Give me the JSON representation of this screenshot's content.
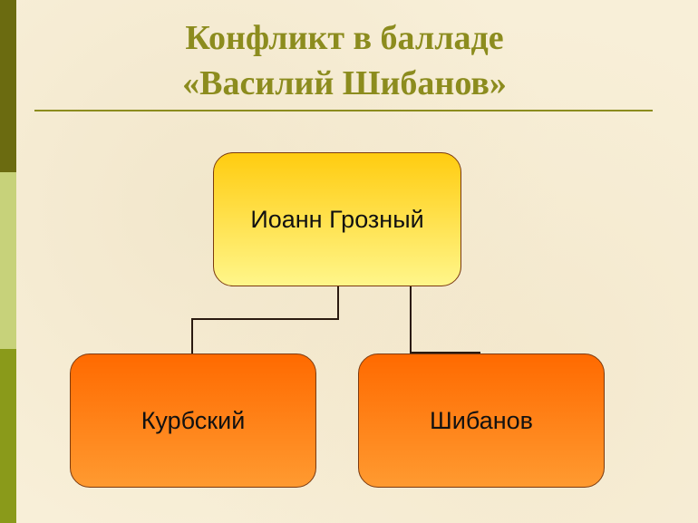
{
  "title": {
    "line1": "Конфликт в балладе",
    "line2": "«Василий Шибанов»"
  },
  "diagram": {
    "root": "Иоанн Грозный",
    "children": [
      "Курбский",
      "Шибанов"
    ]
  },
  "colors": {
    "title": "#8c8c1e",
    "root_box": "#ffcc10",
    "child_box": "#ff6a00"
  }
}
